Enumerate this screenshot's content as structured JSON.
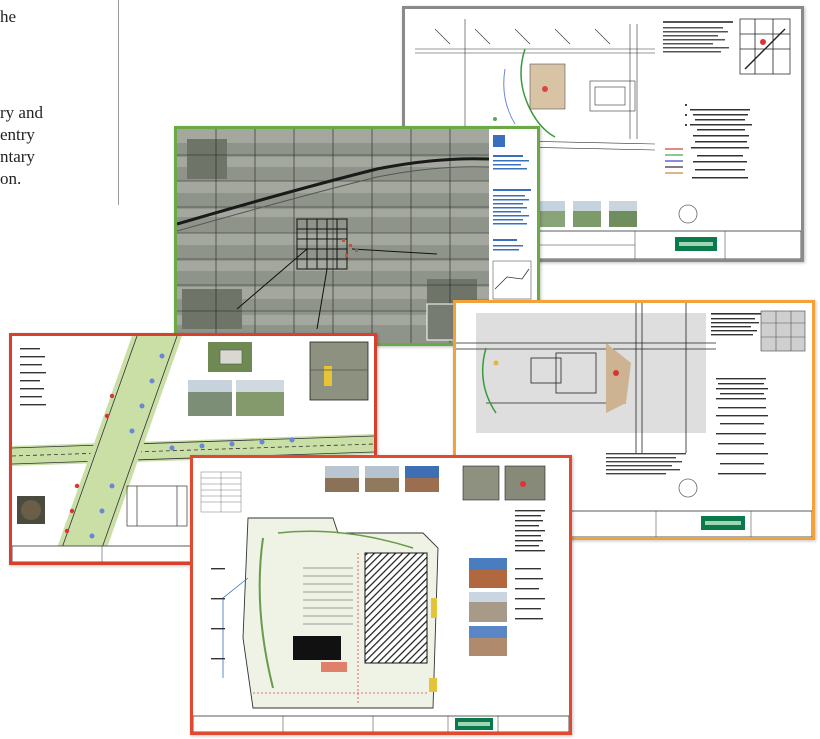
{
  "intro_text": {
    "lines": [
      "he",
      "ry and",
      "entry",
      "ntary",
      "on."
    ]
  },
  "sheets": [
    {
      "id": "site-plan-gray",
      "frame_color": "#8a8a8a",
      "logo": "Consumers Energy"
    },
    {
      "id": "aerial-map-green",
      "frame_color": "#6aaa44"
    },
    {
      "id": "site-plan-orange",
      "frame_color": "#f2a23a",
      "logo": "Consumers Energy"
    },
    {
      "id": "road-plan-red",
      "frame_color": "#d8402e"
    },
    {
      "id": "facility-plan-red",
      "frame_color": "#e04a30",
      "logo": "Consumers Energy"
    }
  ],
  "colors": {
    "aerial_bg": "#8f948a",
    "plan_green": "#c9dfa6",
    "plan_line": "#333333",
    "hatch": "#1a1a1a",
    "logo_bg": "#0a7a4a"
  }
}
